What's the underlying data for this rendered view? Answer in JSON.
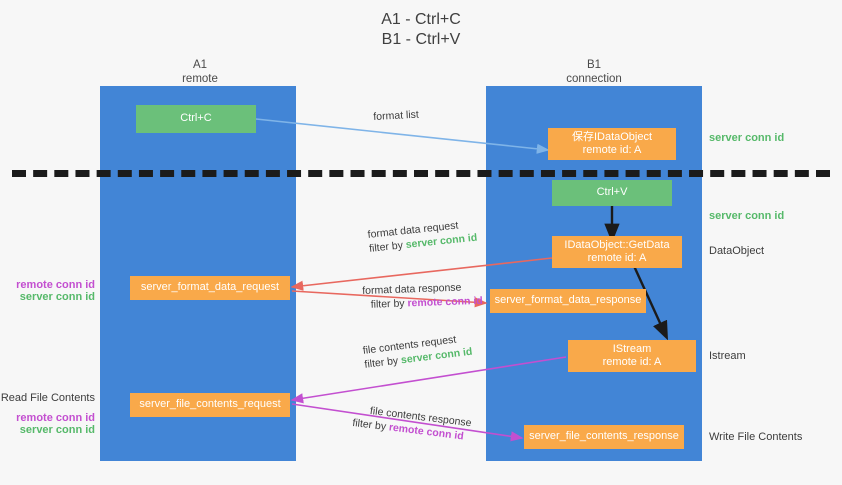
{
  "title": {
    "line1": "A1 - Ctrl+C",
    "line2": "B1 - Ctrl+V"
  },
  "colors": {
    "lane": "#4285d6",
    "green_box": "#6bc07a",
    "orange_box": "#f9a94a",
    "server_conn_id": "#56b96a",
    "remote_conn_id": "#c34fd0",
    "arrow_blue": "#7fb4e8",
    "arrow_red": "#e8685f",
    "arrow_purple": "#c34fd0",
    "arrow_dark": "#1b1b1b",
    "divider": "#1b1b1b",
    "background": "#f7f7f7"
  },
  "lanes": [
    {
      "name": "A1",
      "sub": "remote"
    },
    {
      "name": "B1",
      "sub": "connection"
    }
  ],
  "nodes": [
    {
      "id": "ctrl-c",
      "line1": "Ctrl+C",
      "line2": "",
      "kind": "green"
    },
    {
      "id": "save-dataobject",
      "line1": "保存IDataObject",
      "line2": "remote id: A",
      "kind": "orange"
    },
    {
      "id": "ctrl-v",
      "line1": "Ctrl+V",
      "line2": "",
      "kind": "green"
    },
    {
      "id": "getdata",
      "line1": "IDataObject::GetData",
      "line2": "remote id: A",
      "kind": "orange"
    },
    {
      "id": "format-data-request",
      "line1": "server_format_data_request",
      "line2": "",
      "kind": "orange"
    },
    {
      "id": "format-data-response",
      "line1": "server_format_data_response",
      "line2": "",
      "kind": "orange"
    },
    {
      "id": "istream",
      "line1": "IStream",
      "line2": "remote id: A",
      "kind": "orange"
    },
    {
      "id": "file-contents-request",
      "line1": "server_file_contents_request",
      "line2": "",
      "kind": "orange"
    },
    {
      "id": "file-contents-response",
      "line1": "server_file_contents_response",
      "line2": "",
      "kind": "orange"
    }
  ],
  "edge_labels": {
    "format_list": "format list",
    "format_data_request": "format data request",
    "format_data_request_filter_prefix": "filter by ",
    "format_data_request_filter_value": "server conn id",
    "format_data_response": "format data response",
    "format_data_response_filter_prefix": "filter by ",
    "format_data_response_filter_value": "remote conn id",
    "file_contents_request": "file contents request",
    "file_contents_request_filter_prefix": "filter by ",
    "file_contents_request_filter_value": "server conn id",
    "file_contents_response": "file contents response",
    "file_contents_response_filter_prefix": "filter by ",
    "file_contents_response_filter_value": "remote conn id"
  },
  "annotations": {
    "right_server_conn_id_top": "server conn id",
    "right_server_conn_id_mid": "server conn id",
    "right_dataobject": "DataObject",
    "right_istream": "Istream",
    "right_write_file_contents": "Write File Contents",
    "left_remote_conn_id_top": "remote conn id",
    "left_server_conn_id_top": "server conn id",
    "left_read_file_contents": "Read File Contents",
    "left_remote_conn_id_bottom": "remote conn id",
    "left_server_conn_id_bottom": "server conn id"
  }
}
